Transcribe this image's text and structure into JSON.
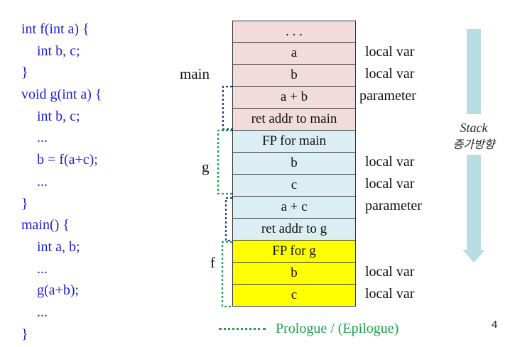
{
  "code_lines": [
    {
      "text": "int f(int a) {",
      "indent": false
    },
    {
      "text": "int b, c;",
      "indent": true
    },
    {
      "text": "}",
      "indent": false
    },
    {
      "text": "void g(int a) {",
      "indent": false
    },
    {
      "text": "int b, c;",
      "indent": true
    },
    {
      "text": "...",
      "indent": true
    },
    {
      "text": "b = f(a+c);",
      "indent": true
    },
    {
      "text": "...",
      "indent": true
    },
    {
      "text": "}",
      "indent": false
    },
    {
      "text": "main() {",
      "indent": false
    },
    {
      "text": "int a, b;",
      "indent": true
    },
    {
      "text": "...",
      "indent": true
    },
    {
      "text": "g(a+b);",
      "indent": true
    },
    {
      "text": "...",
      "indent": true
    },
    {
      "text": "}",
      "indent": false
    }
  ],
  "stack_cells": [
    {
      "text": ". . .",
      "color": "#f2dcdb"
    },
    {
      "text": "a",
      "color": "#f2dcdb"
    },
    {
      "text": "b",
      "color": "#f2dcdb"
    },
    {
      "text": "a + b",
      "color": "#f2dcdb"
    },
    {
      "text": "ret addr to main",
      "color": "#f2dcdb"
    },
    {
      "text": "FP for main",
      "color": "#daeef3"
    },
    {
      "text": "b",
      "color": "#daeef3"
    },
    {
      "text": "c",
      "color": "#daeef3"
    },
    {
      "text": "a + c",
      "color": "#daeef3"
    },
    {
      "text": "ret addr to g",
      "color": "#daeef3"
    },
    {
      "text": "FP for g",
      "color": "#ffff00"
    },
    {
      "text": "b",
      "color": "#ffff00"
    },
    {
      "text": "c",
      "color": "#ffff00"
    }
  ],
  "right_labels": [
    {
      "text": "local var",
      "row": 1
    },
    {
      "text": "local var",
      "row": 2
    },
    {
      "text": "parameter",
      "row": 3
    },
    {
      "text": "local var",
      "row": 6
    },
    {
      "text": "local var",
      "row": 7
    },
    {
      "text": "parameter",
      "row": 8
    },
    {
      "text": "local var",
      "row": 11
    },
    {
      "text": "local var",
      "row": 12
    }
  ],
  "frame_labels": {
    "main": "main",
    "g": "g",
    "f": "f"
  },
  "arrow": {
    "label_en": "Stack",
    "label_ko": "증가방향",
    "color": "#b8dde3"
  },
  "legend": {
    "text": "Prologue / (Epilogue)",
    "color": "#1aa34a"
  },
  "page_number": "4",
  "colors": {
    "code": "#1f1fd6",
    "bracket_blue": "#1f3a93",
    "bracket_green": "#1aa34a"
  }
}
